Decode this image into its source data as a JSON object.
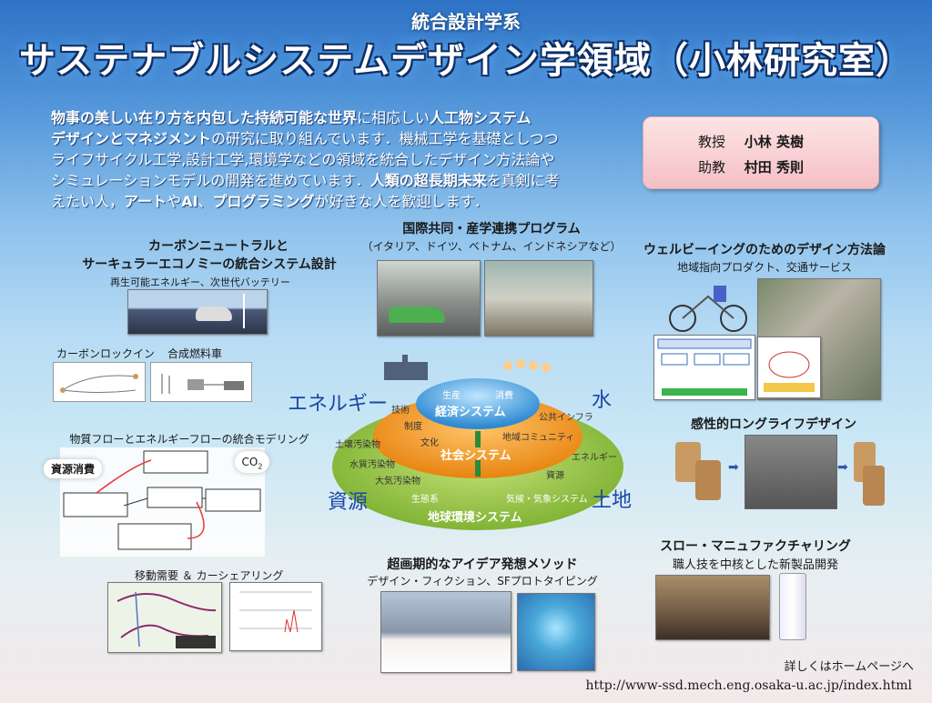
{
  "header": {
    "subtitle": "統合設計学系",
    "title": "サステナブルシステムデザイン学領域（小林研究室）"
  },
  "intro": {
    "lines": [
      [
        "物事の美しい在り方を内包した持続可能な世界",
        "に相応しい",
        "人工物システム"
      ],
      [
        "デザインとマネジメント",
        "の研究に取り組んでいます．機械工学を基礎としつつ"
      ],
      [
        "ライフサイクル工学,設計工学,環境学などの領域を統合したデザイン方法論や"
      ],
      [
        "シミュレーションモデルの開発を進めています．",
        "人類の超長期未来",
        "を真剣に考"
      ],
      [
        "えたい人，",
        "アート",
        "や",
        "AI",
        "、",
        "プログラミング",
        "が好きな人を歓迎します．"
      ]
    ]
  },
  "staff": {
    "professor_role": "教授",
    "professor_name": "小林 英樹",
    "assistant_role": "助教",
    "assistant_name": "村田 秀則"
  },
  "carbon": {
    "title1": "カーボンニュートラルと",
    "title2": "サーキュラーエコノミーの統合システム設計",
    "subtitle": "再生可能エネルギー、次世代バッテリー",
    "label_lockin": "カーボンロックイン",
    "label_fuel": "合成燃料車"
  },
  "modeling": {
    "title": "物質フローとエネルギーフローの統合モデリング",
    "resource_label": "資源消費",
    "co2_label": "CO",
    "co2_sub": "2"
  },
  "mobility": {
    "title": "移動需要 ＆ カーシェアリング"
  },
  "international": {
    "title": "国際共同・産学連携プログラム",
    "subtitle": "（イタリア、ドイツ、ベトナム、インドネシアなど）"
  },
  "wellbeing": {
    "title": "ウェルビーイングのためのデザイン方法論",
    "subtitle": "地域指向プロダクト、交通サービス"
  },
  "longlife": {
    "title": "感性的ロングライフデザイン"
  },
  "slow": {
    "title": "スロー・マニュファクチャリング",
    "subtitle": "職人技を中核とした新製品開発"
  },
  "idea": {
    "title": "超画期的なアイデア発想メソッド",
    "subtitle": "デザイン・フィクション、SFプロトタイピング"
  },
  "center": {
    "energy": "エネルギー",
    "water": "水",
    "resources": "資源",
    "land": "土地",
    "economy": "経済システム",
    "society": "社会システム",
    "earth": "地球環境システム",
    "production": "生産",
    "consumption": "消費",
    "technology": "技術",
    "institution": "制度",
    "culture": "文化",
    "public_infra": "公共インフラ",
    "community": "地域コミュニティ",
    "energy_small": "エネルギー",
    "resources_small": "資源",
    "soil": "土壌汚染物",
    "waterpoll": "水質汚染物",
    "air": "大気汚染物",
    "ecosystem": "生態系",
    "climate": "気候・気象システム"
  },
  "footer": {
    "more": "詳しくはホームページへ",
    "url": "http://www-ssd.mech.eng.osaka-u.ac.jp/index.html"
  },
  "colors": {
    "title_blue": "#0f2f66",
    "economy_blue": "#2f8fd6",
    "society_orange": "#f39a2a",
    "earth_green": "#86bf35"
  }
}
